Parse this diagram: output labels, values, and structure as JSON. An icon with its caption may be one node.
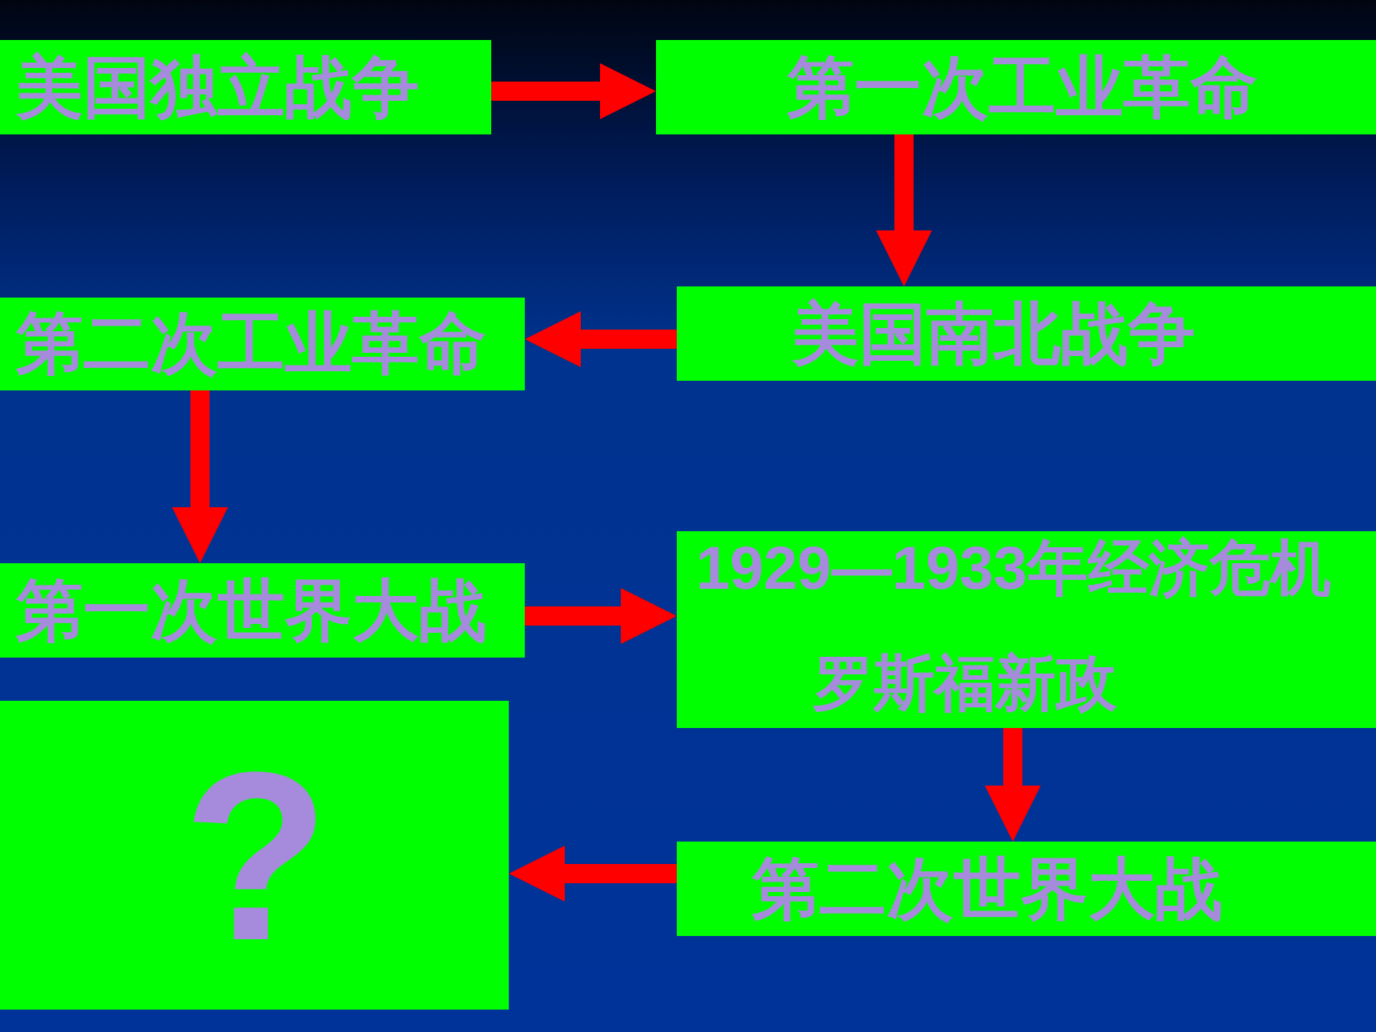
{
  "diagram": {
    "nodes": [
      {
        "text": [
          "美国独立战争"
        ]
      },
      {
        "text": [
          "第一次工业革命"
        ]
      },
      {
        "text": [
          "美国南北战争"
        ]
      },
      {
        "text": [
          "第二次工业革命"
        ]
      },
      {
        "text": [
          "第一次世界大战"
        ]
      },
      {
        "text": [
          "1929—1933年经济危机",
          "罗斯福新政"
        ]
      },
      {
        "text": [
          "?"
        ]
      },
      {
        "text": [
          "第二次世界大战"
        ]
      }
    ],
    "edges": [
      {
        "from": 0,
        "to": 1,
        "arrow": "to"
      },
      {
        "from": 1,
        "to": 2,
        "arrow": "to"
      },
      {
        "from": 2,
        "to": 3,
        "arrow": "to"
      },
      {
        "from": 3,
        "to": 4,
        "arrow": "to"
      },
      {
        "from": 4,
        "to": 5,
        "arrow": "to"
      },
      {
        "from": 5,
        "to": 7,
        "arrow": "to"
      },
      {
        "from": 7,
        "to": 6,
        "arrow": "to"
      }
    ]
  }
}
